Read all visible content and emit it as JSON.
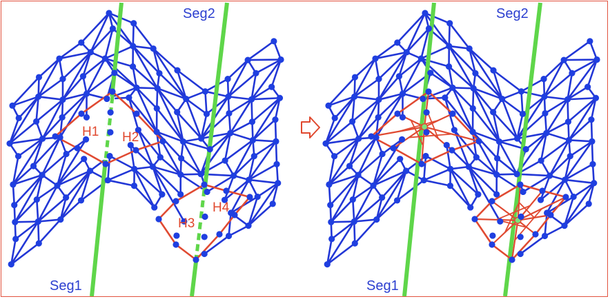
{
  "colors": {
    "mesh": "#2237d6",
    "node": "#1f3fe0",
    "hole": "#e04a32",
    "segment": "#5fd64a",
    "label_blue": "#2c3fd0",
    "label_red": "#e0482e",
    "arrow": "#e0482e",
    "frame": "#e2533f",
    "new_vertex": "#7de27a"
  },
  "panels": {
    "left": {
      "seg1_label": "Seg1",
      "seg2_label": "Seg2",
      "hole_labels": [
        "H1",
        "H2",
        "H3",
        "H4"
      ]
    },
    "right": {
      "seg1_label": "Seg1",
      "seg2_label": "Seg2"
    }
  },
  "arrow_icon": "right-hollow-arrow-icon"
}
